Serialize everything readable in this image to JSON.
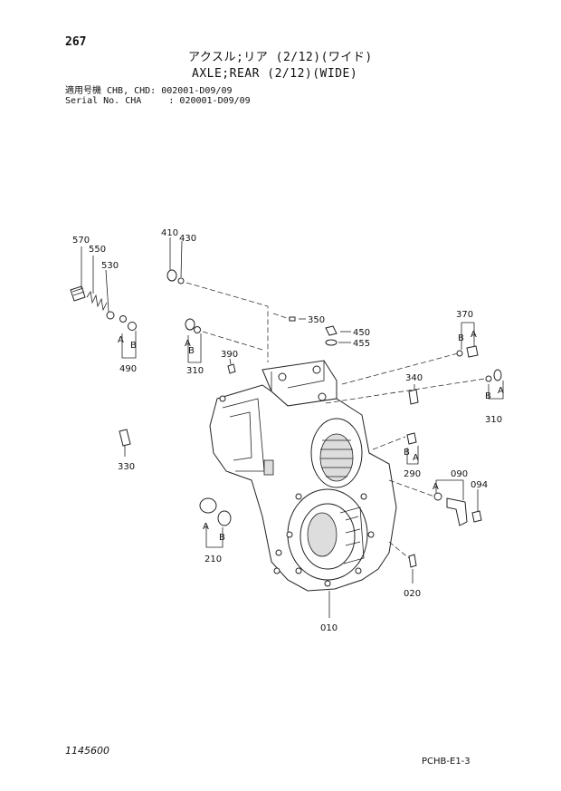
{
  "header": {
    "page_number": "267",
    "title_jp": "アクスル;リア (2/12)(ワイド)",
    "title_en": "AXLE;REAR (2/12)(WIDE)",
    "serial_line_1": "適用号機 CHB, CHD: 002001-D09/09",
    "serial_line_2": "Serial No. CHA     : 020001-D09/09"
  },
  "callouts": {
    "p570": "570",
    "p550": "550",
    "p530": "530",
    "p490": "490",
    "p410": "410",
    "p430": "430",
    "p310a": "310",
    "p390": "390",
    "p350": "350",
    "p450": "450",
    "p455": "455",
    "p370": "370",
    "p340": "340",
    "p310b": "310",
    "p330": "330",
    "p290": "290",
    "p090": "090",
    "p094": "094",
    "p210": "210",
    "p020": "020",
    "p010": "010"
  },
  "letters": {
    "a": "A",
    "b": "B"
  },
  "footer": {
    "left_code": "1145600",
    "right_code": "PCHB-E1-3"
  }
}
